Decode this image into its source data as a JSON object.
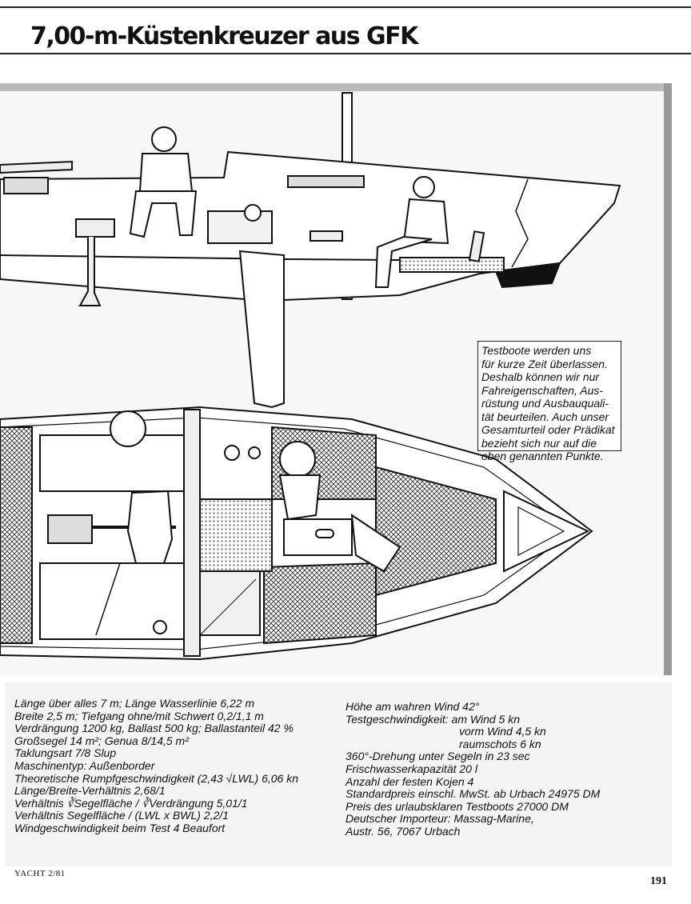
{
  "title": "7,00-m-Küstenkreuzer aus GFK",
  "note_lines": [
    "Testboote werden uns",
    "für kurze Zeit überlassen.",
    "Deshalb können wir nur",
    "Fahreigenschaften, Aus-",
    "rüstung und Ausbauquali-",
    "tät beurteilen. Auch unser",
    "Gesamturteil oder Prädikat",
    "bezieht sich nur auf die",
    "oben genannten Punkte."
  ],
  "specs_left": [
    "Länge über alles 7 m; Länge Wasserlinie 6,22 m",
    "Breite 2,5 m; Tiefgang ohne/mit Schwert 0,2/1,1 m",
    "Verdrängung 1200 kg, Ballast 500 kg; Ballastanteil 42 %",
    "Großsegel 14 m²; Genua 8/14,5 m²",
    "Taklungsart 7/8 Slup",
    "Maschinentyp: Außenborder",
    "Theoretische Rumpfgeschwindigkeit (2,43 √LWL) 6,06 kn",
    "Länge/Breite-Verhältnis 2,68/1",
    "Verhältnis ∛Segelfläche / ∛Verdrängung 5,01/1",
    "Verhältnis Segelfläche / (LWL x BWL) 2,2/1",
    "Windgeschwindigkeit beim Test 4 Beaufort"
  ],
  "specs_right": [
    "Höhe am wahren Wind 42°",
    "Testgeschwindigkeit: am Wind 5 kn",
    "vorm Wind 4,5 kn",
    "raumschots 6 kn",
    "360°-Drehung unter Segeln in 23 sec",
    "Frischwasserkapazität 20 l",
    "Anzahl der festen Kojen 4",
    "Standardpreis einschl. MwSt. ab Urbach 24975 DM",
    "Preis des urlaubsklaren Testboots 27000 DM",
    "Deutscher Importeur: Massag-Marine,",
    "Austr. 56, 7067 Urbach"
  ],
  "footer_left": "YACHT 2/81",
  "page_number": "191"
}
